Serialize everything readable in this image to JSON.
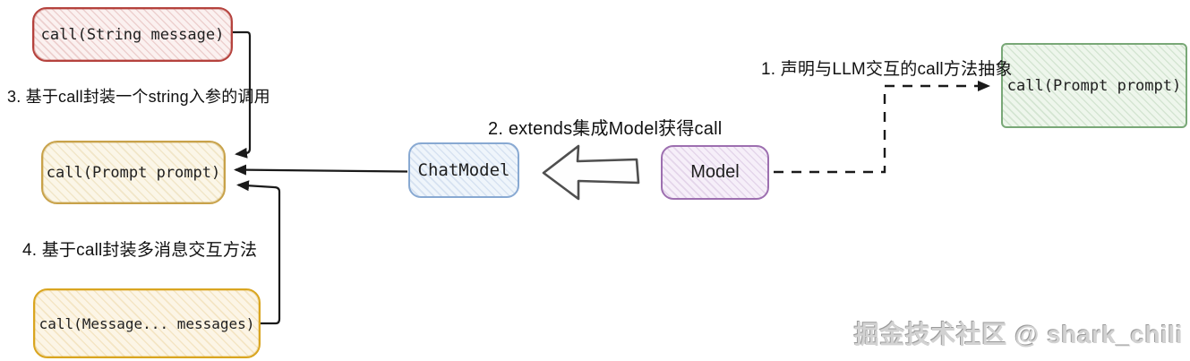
{
  "diagram": {
    "nodes": {
      "call_string": {
        "label": "call(String message)"
      },
      "call_prompt": {
        "label": "call(Prompt prompt)"
      },
      "call_messages": {
        "label": "call(Message... messages)"
      },
      "chat_model": {
        "label": "ChatModel"
      },
      "model": {
        "label": "Model"
      },
      "call_prompt_abstract": {
        "label": "call(Prompt prompt)"
      }
    },
    "annotations": {
      "step1": "1. 声明与LLM交互的call方法抽象",
      "step2": "2. extends集成Model获得call",
      "step3": "3. 基于call封装一个string入参的调用",
      "step4": "4. 基于call封装多消息交互方法"
    },
    "watermark": "掘金技术社区 @ shark_chili",
    "colors": {
      "red_border": "#b5423d",
      "gold_light_border": "#c8a24a",
      "gold_border": "#d9a520",
      "blue_border": "#88a9d2",
      "purple_border": "#9d6fb0",
      "green_border": "#79a877",
      "connector": "#1a1a1a",
      "watermark_gray": "#d2d2d2"
    }
  }
}
